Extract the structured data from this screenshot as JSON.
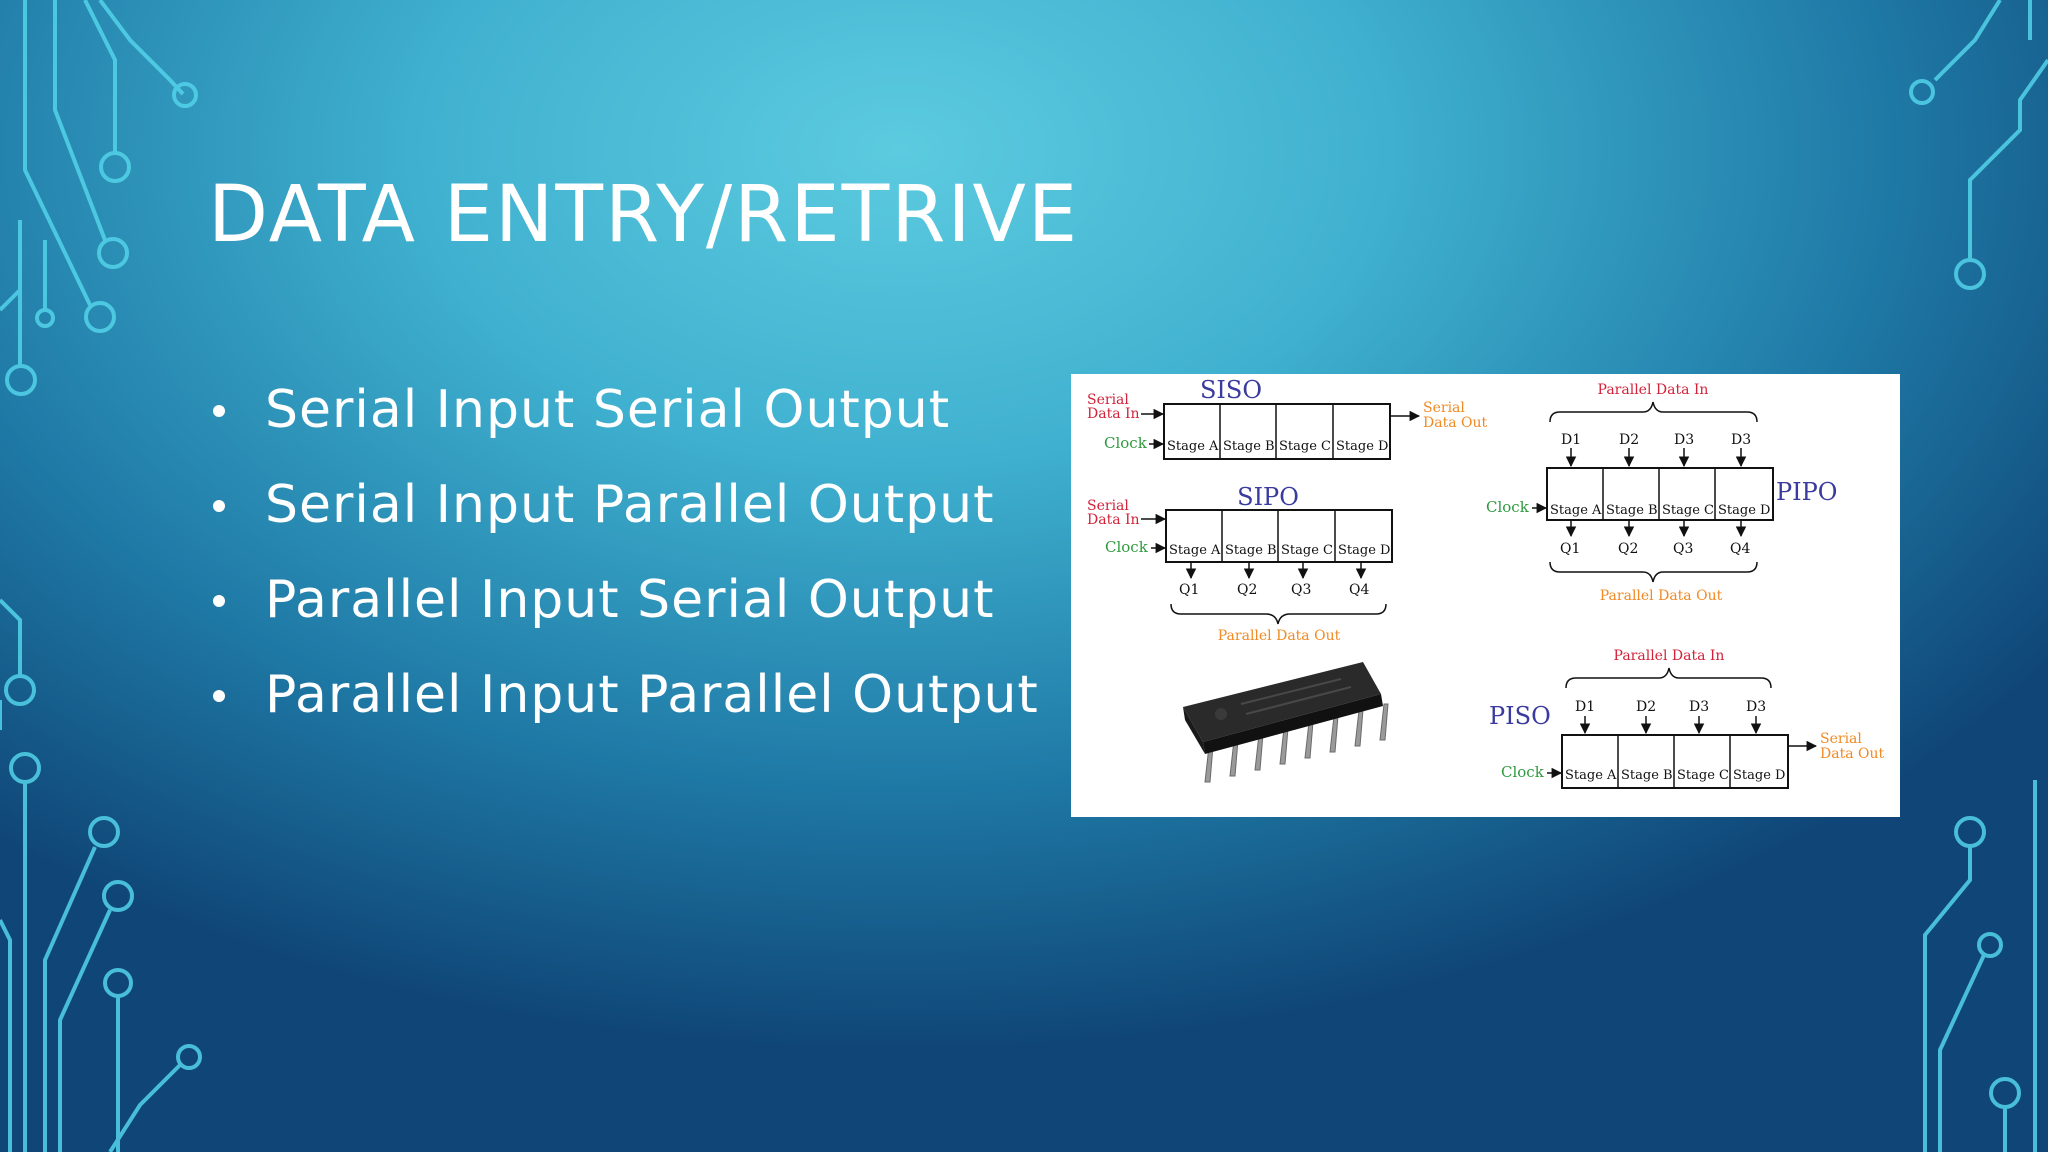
{
  "slide": {
    "title": "DATA ENTRY/RETRIVE",
    "bullets": [
      "Serial Input Serial Output",
      "Serial Input Parallel Output",
      "Parallel Input Serial Output",
      "Parallel Input Parallel Output"
    ]
  },
  "diagram": {
    "siso": {
      "title": "SISO",
      "serial_in_line1": "Serial",
      "serial_in_line2": "Data In",
      "clock": "Clock",
      "stages": [
        "Stage A",
        "Stage B",
        "Stage C",
        "Stage D"
      ],
      "serial_out_line1": "Serial",
      "serial_out_line2": "Data Out"
    },
    "sipo": {
      "title": "SIPO",
      "serial_in_line1": "Serial",
      "serial_in_line2": "Data In",
      "clock": "Clock",
      "stages": [
        "Stage A",
        "Stage B",
        "Stage C",
        "Stage D"
      ],
      "outputs": [
        "Q1",
        "Q2",
        "Q3",
        "Q4"
      ],
      "parallel_out": "Parallel Data Out"
    },
    "pipo": {
      "title": "PIPO",
      "parallel_in": "Parallel Data In",
      "inputs": [
        "D1",
        "D2",
        "D3",
        "D3"
      ],
      "clock": "Clock",
      "stages": [
        "Stage A",
        "Stage B",
        "Stage C",
        "Stage D"
      ],
      "outputs": [
        "Q1",
        "Q2",
        "Q3",
        "Q4"
      ],
      "parallel_out": "Parallel Data Out"
    },
    "piso": {
      "title": "PISO",
      "parallel_in": "Parallel Data In",
      "inputs": [
        "D1",
        "D2",
        "D3",
        "D3"
      ],
      "clock": "Clock",
      "stages": [
        "Stage A",
        "Stage B",
        "Stage C",
        "Stage D"
      ],
      "serial_out_line1": "Serial",
      "serial_out_line2": "Data Out"
    }
  },
  "colors": {
    "title_text": "#ffffff",
    "diagram_title": "#3a3a9f",
    "diagram_red": "#d2233a",
    "diagram_green": "#2e9a3e",
    "diagram_orange": "#f08a24",
    "circuit_lines": "#4fd0e8"
  }
}
